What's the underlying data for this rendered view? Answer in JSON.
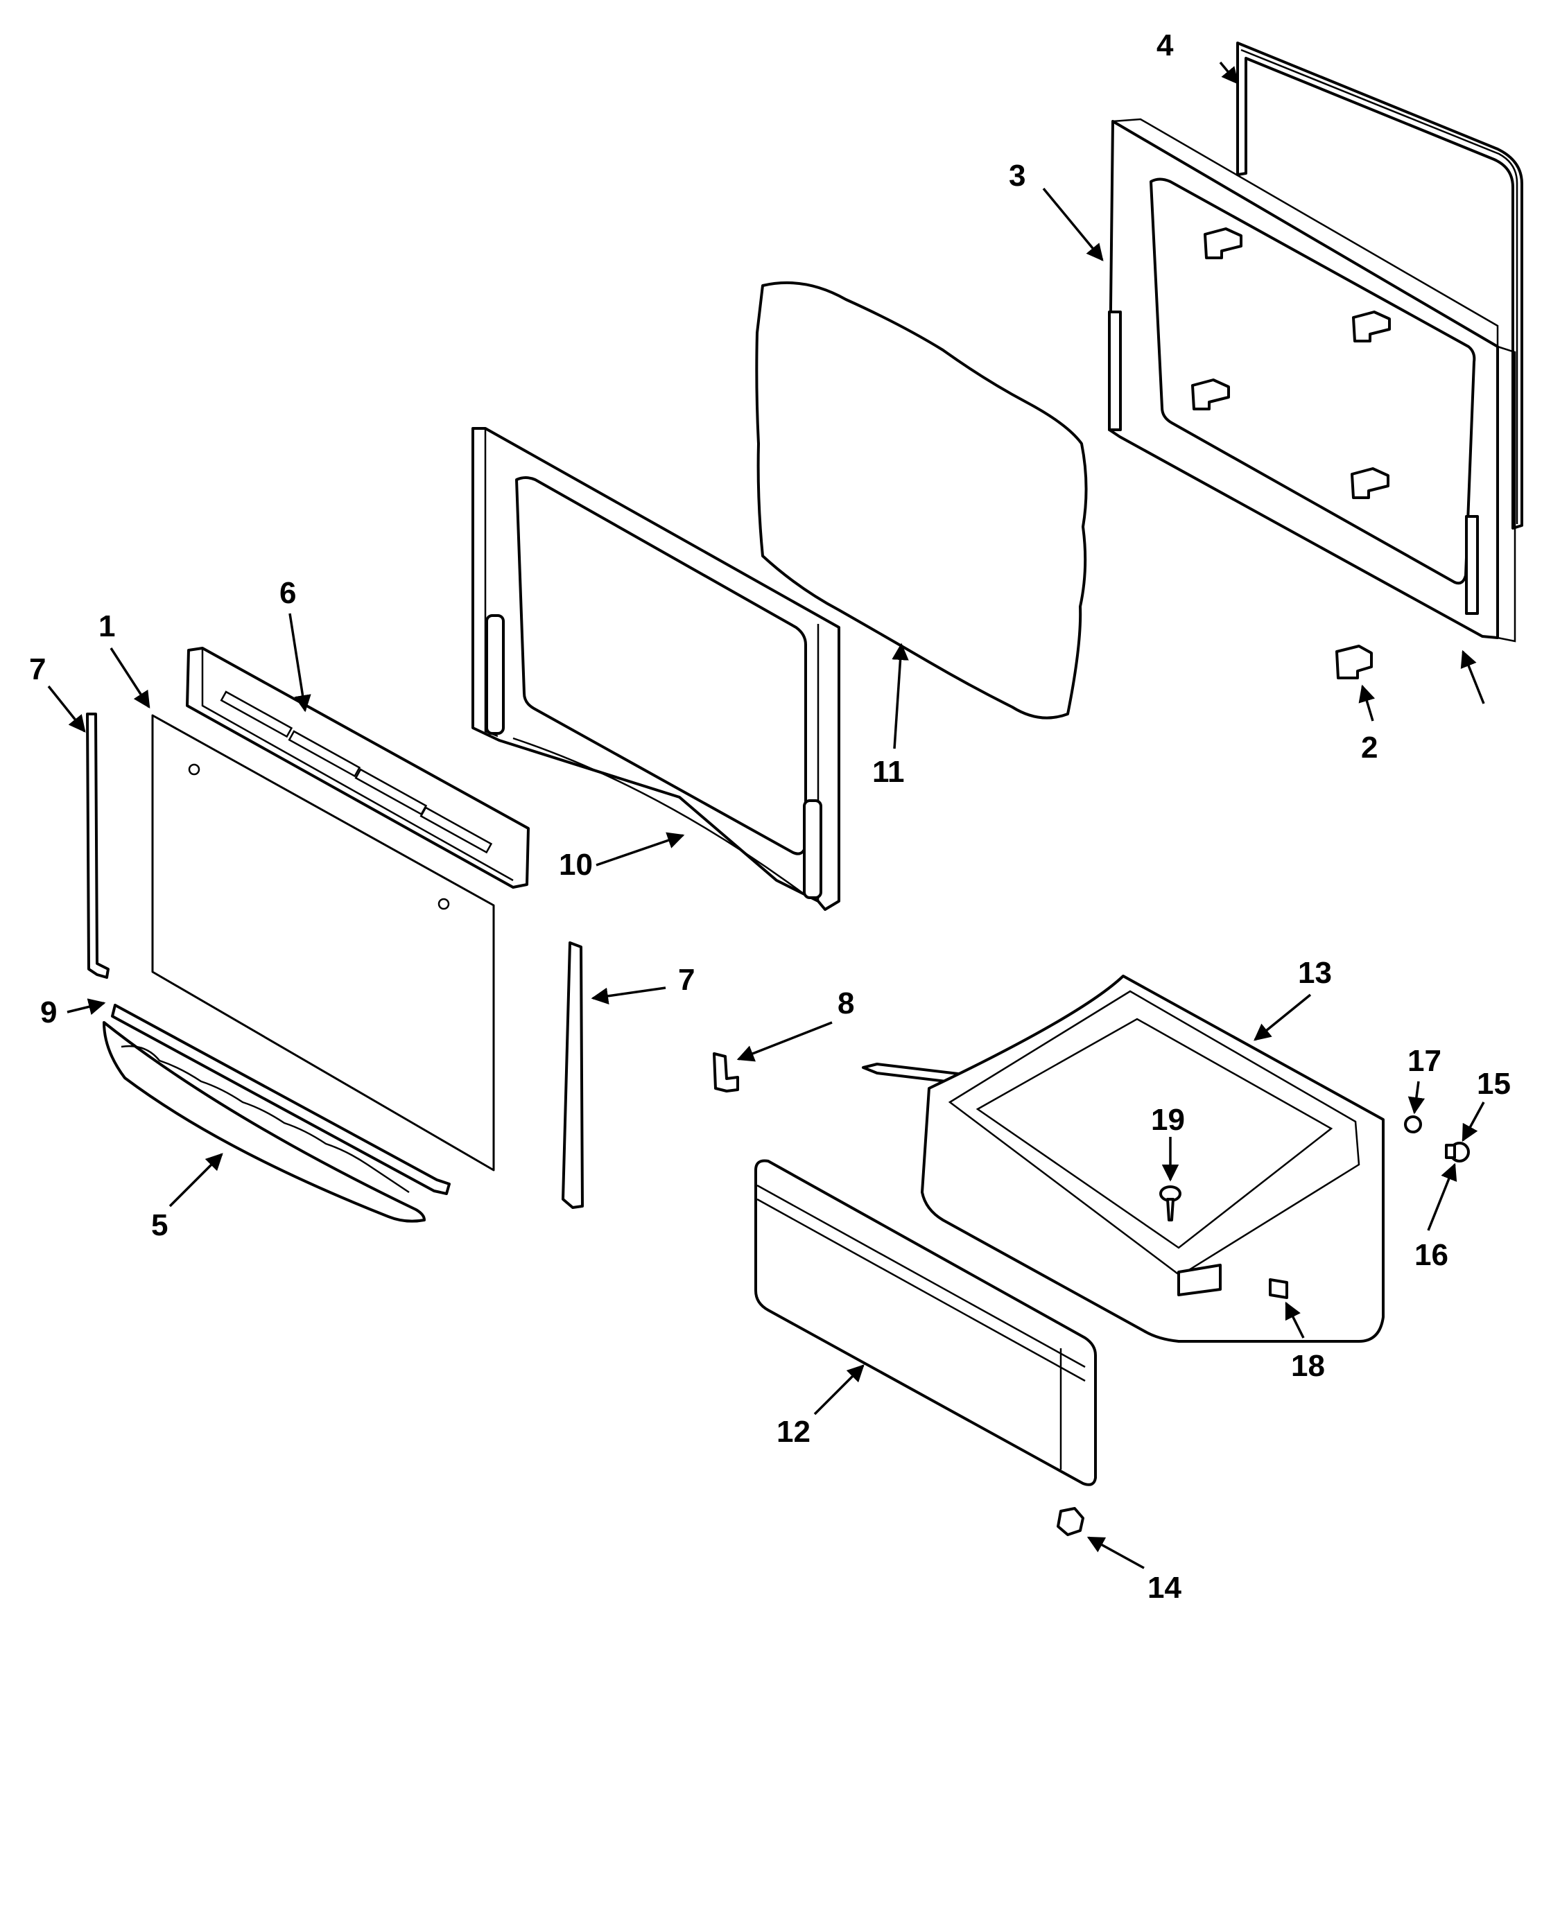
{
  "diagram": {
    "callouts": [
      "1",
      "2",
      "3",
      "4",
      "5",
      "6",
      "7",
      "7",
      "8",
      "9",
      "10",
      "11",
      "12",
      "13",
      "14",
      "15",
      "16",
      "17",
      "18",
      "19"
    ]
  }
}
